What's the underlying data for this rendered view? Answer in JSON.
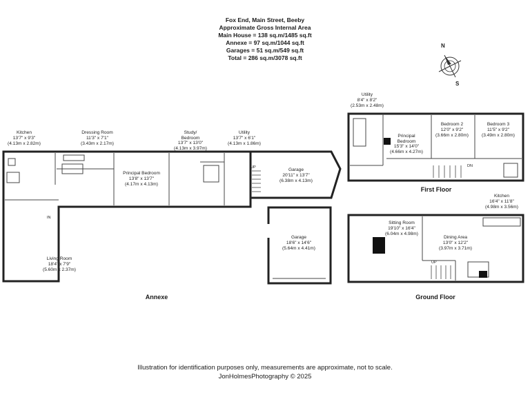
{
  "header": {
    "address": "Fox End, Main Street, Beeby",
    "subtitle": "Approximate Gross Internal Area",
    "areas": [
      "Main House = 138 sq.m/1485 sq.ft",
      "Annexe = 97 sq.m/1044 sq.ft",
      "Garages = 51 sq.m/549 sq.ft",
      "Total = 286 sq.m/3078 sq.ft"
    ]
  },
  "compass": {
    "north": "N",
    "south": "S"
  },
  "annexe_rooms": [
    {
      "name": "Kitchen",
      "imperial": "13'7\" x 9'3\"",
      "metric": "(4.13m x 2.82m)"
    },
    {
      "name": "Dressing Room",
      "imperial": "11'3\" x 7'1\"",
      "metric": "(3.43m x 2.17m)"
    },
    {
      "name": "Study/\nBedroom",
      "imperial": "13'7\" x 13'0\"",
      "metric": "(4.13m x 3.97m)"
    },
    {
      "name": "Utility",
      "imperial": "13'7\" x 6'1\"",
      "metric": "(4.13m x 1.86m)"
    },
    {
      "name": "Principal Bedroom",
      "imperial": "13'8\" x 13'7\"",
      "metric": "(4.17m x 4.13m)"
    },
    {
      "name": "Garage",
      "imperial": "20'11\" x 13'7\"",
      "metric": "(6.38m x 4.13m)"
    },
    {
      "name": "Garage",
      "imperial": "18'6\" x 14'6\"",
      "metric": "(5.64m x 4.41m)"
    },
    {
      "name": "Living Room",
      "imperial": "18'4\" x 7'9\"",
      "metric": "(5.60m x 2.37m)"
    }
  ],
  "first_floor_rooms": [
    {
      "name": "Utility",
      "imperial": "8'4\" x 8'2\"",
      "metric": "(2.53m x 2.48m)"
    },
    {
      "name": "Principal\nBedroom",
      "imperial": "15'3\" x 14'0\"",
      "metric": "(4.66m x 4.27m)"
    },
    {
      "name": "Bedroom 2",
      "imperial": "12'0\" x 9'2\"",
      "metric": "(3.66m x 2.80m)"
    },
    {
      "name": "Bedroom 3",
      "imperial": "11'5\" x 9'2\"",
      "metric": "(3.49m x 2.80m)"
    }
  ],
  "ground_floor_rooms": [
    {
      "name": "Kitchen",
      "imperial": "16'4\" x 11'8\"",
      "metric": "(4.98m x 3.56m)"
    },
    {
      "name": "Sitting Room",
      "imperial": "19'10\" x 16'4\"",
      "metric": "(6.04m x 4.98m)"
    },
    {
      "name": "Dining Area",
      "imperial": "13'0\" x 12'2\"",
      "metric": "(3.97m x 3.71m)"
    }
  ],
  "markers": {
    "up": "UP",
    "down": "DN",
    "in": "IN"
  },
  "sections": {
    "annexe": "Annexe",
    "first_floor": "First Floor",
    "ground_floor": "Ground Floor"
  },
  "footer": {
    "disclaimer": "Illustration for identification purposes only, measurements are approximate, not to scale.",
    "credit": "JonHolmesPhotography © 2025"
  }
}
